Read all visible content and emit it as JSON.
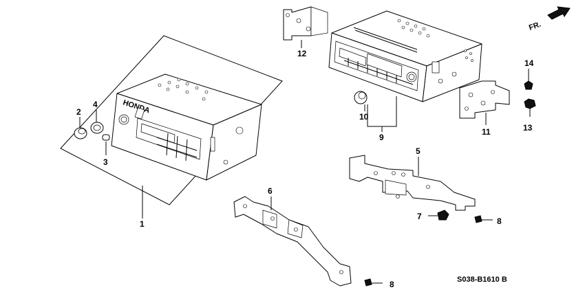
{
  "diagram": {
    "direction_label": "FR.",
    "diagram_code": "S038-B1610 B",
    "brand_text": "HONDA",
    "parts": {
      "p1": "1",
      "p2": "2",
      "p3": "3",
      "p4": "4",
      "p5": "5",
      "p6": "6",
      "p7": "7",
      "p8a": "8",
      "p8b": "8",
      "p9": "9",
      "p10": "10",
      "p11": "11",
      "p12": "12",
      "p13": "13",
      "p14": "14"
    }
  }
}
